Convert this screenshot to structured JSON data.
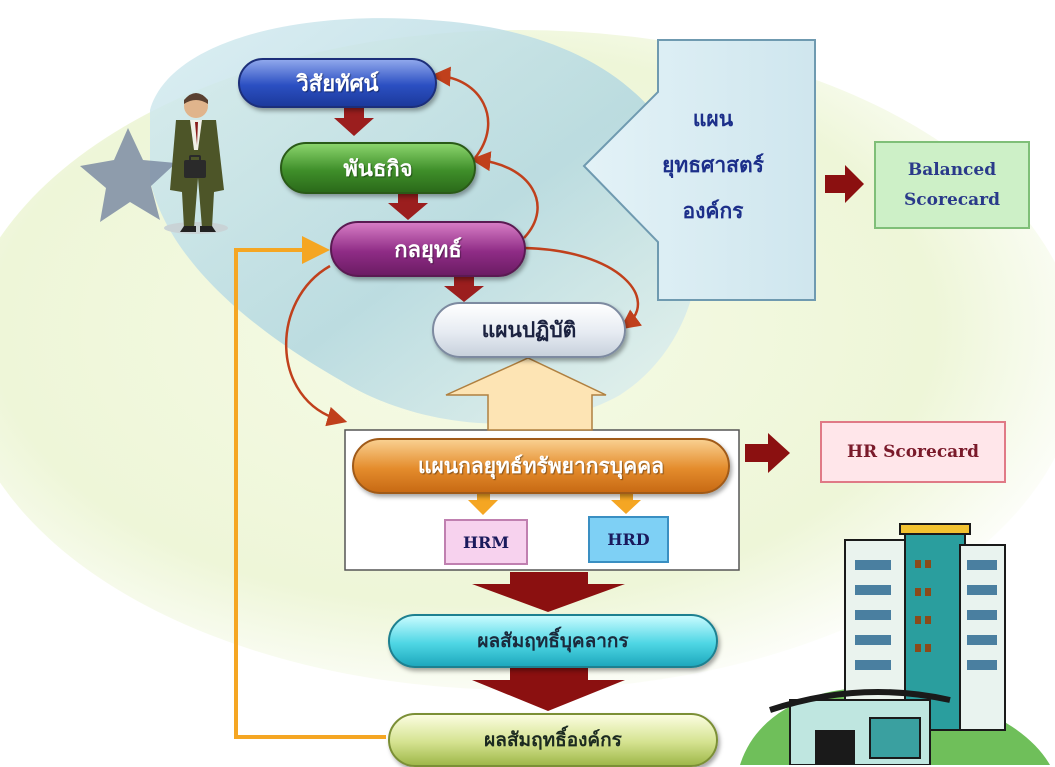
{
  "colors": {
    "main_flow_arrow": "#9b1e1e",
    "feedback_arrow": "#c0401c",
    "loop_arrow": "#f5a623",
    "bulk_arrow": "#8b1010",
    "plan_arrow_fill": "#fde4b4"
  },
  "steps": {
    "vision": "วิสัยทัศน์",
    "mission": "พันธกิจ",
    "strategy": "กลยุทธ์",
    "action_plan": "แผนปฏิบัติ",
    "hr_strategic_plan": "แผนกลยุทธ์ทรัพยากรบุคคล",
    "hrm": "HRM",
    "hrd": "HRD",
    "personnel_result": "ผลสัมฤทธิ์บุคลากร",
    "org_result": "ผลสัมฤทธิ์องค์กร"
  },
  "corporate_plan": {
    "line1": "แผน",
    "line2": "ยุทธศาสตร์",
    "line3": "องค์กร"
  },
  "balanced_scorecard": {
    "line1": "Balanced",
    "line2": "Scorecard"
  },
  "hr_scorecard": "HR Scorecard",
  "illustrations": [
    "businessman-with-briefcase",
    "star",
    "office-building"
  ]
}
